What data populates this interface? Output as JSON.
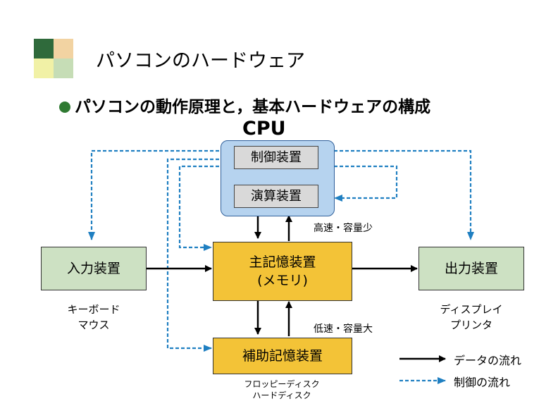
{
  "slide": {
    "title": "パソコンのハードウェア",
    "subtitle": "パソコンの動作原理と，基本ハードウェアの構成"
  },
  "cpu": {
    "label": "CPU",
    "control_unit": "制御装置",
    "arithmetic_unit": "演算装置"
  },
  "main_memory": {
    "line1": "主記憶装置",
    "line2": "(メモリ)"
  },
  "input_device": {
    "label": "入力装置",
    "examples_line1": "キーボード",
    "examples_line2": "マウス"
  },
  "output_device": {
    "label": "出力装置",
    "examples_line1": "ディスプレイ",
    "examples_line2": "プリンタ"
  },
  "aux_storage": {
    "label": "補助記憶装置",
    "examples_line1": "フロッピーディスク",
    "examples_line2": "ハードディスク"
  },
  "speed_notes": {
    "fast": "高速・容量少",
    "slow": "低速・容量大"
  },
  "legend": {
    "data_flow": "データの流れ",
    "control_flow": "制御の流れ"
  },
  "colors": {
    "logo": [
      "#2f6a3b",
      "#f2d3a2",
      "#f1f1a6",
      "#c6ddb6"
    ],
    "bullet": "#2f7a32",
    "cpu_fill": "#b6d3ef",
    "device_fill": "#cde1c3",
    "memory_fill": "#f3c337",
    "control_flow": "#1f7fc1",
    "data_flow": "#000000"
  }
}
